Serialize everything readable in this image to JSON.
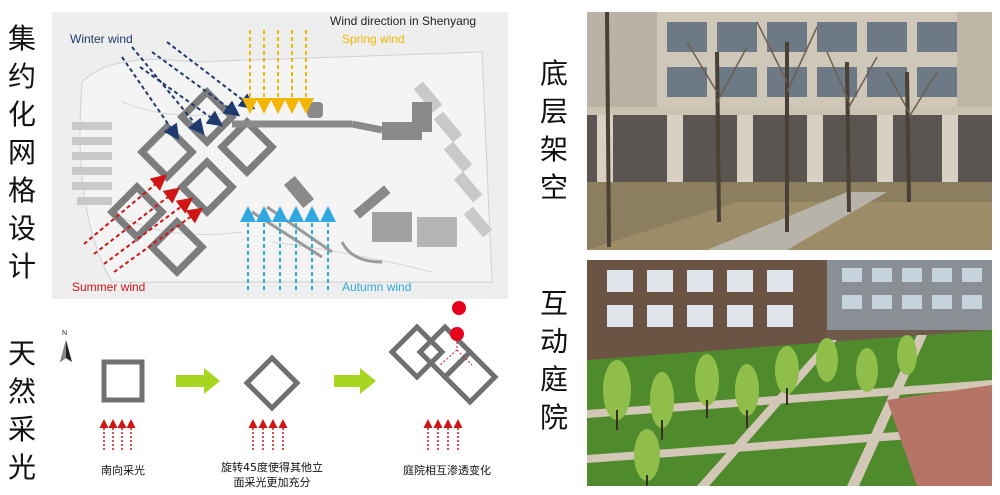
{
  "left_titles": {
    "top": [
      "集",
      "约",
      "化",
      "网",
      "格",
      "设",
      "计"
    ],
    "bottom": [
      "天",
      "然",
      "采",
      "光"
    ]
  },
  "right_titles": {
    "top": [
      "底",
      "层",
      "架",
      "空"
    ],
    "bottom": [
      "互",
      "动",
      "庭",
      "院"
    ]
  },
  "wind_map": {
    "title": "Wind direction in Shenyang",
    "winter": "Winter wind",
    "spring": "Spring wind",
    "summer": "Summer wind",
    "autumn": "Autumn wind"
  },
  "compass": {
    "north": "N"
  },
  "daylight": {
    "step1": "南向采光",
    "step2_line1": "旋转45度使得其他立",
    "step2_line2": "面采光更加充分",
    "step3": "庭院相互渗透变化"
  },
  "colors": {
    "winter": "#1f3a6e",
    "spring": "#f2b705",
    "summer": "#d01515",
    "autumn": "#2fa8e0",
    "arrow_green": "#a6d61f",
    "sun_red": "#e8001c"
  }
}
